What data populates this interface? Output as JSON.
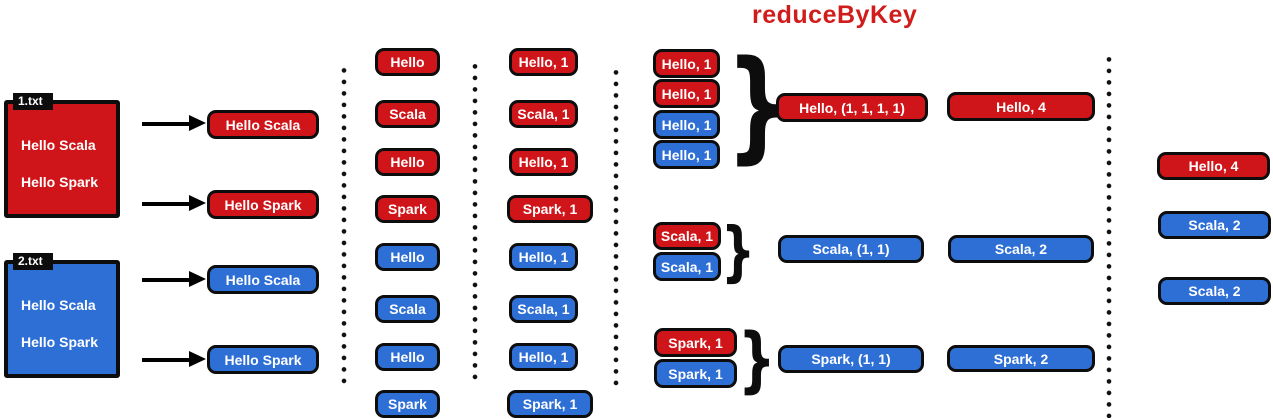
{
  "title": "reduceByKey",
  "colors": {
    "box_red": "#cf1519",
    "box_blue": "#2e6fd6",
    "title_red": "#d11c1c",
    "outline_black": "#0d0d0d",
    "text_white": "#ffffff"
  },
  "files": [
    {
      "name": "1.txt",
      "color": "red",
      "line1": "Hello Scala",
      "line2": "Hello Spark"
    },
    {
      "name": "2.txt",
      "color": "blue",
      "line1": "Hello Scala",
      "line2": "Hello Spark"
    }
  ],
  "lines_column": [
    {
      "label": "Hello Scala",
      "color": "red"
    },
    {
      "label": "Hello Spark",
      "color": "red"
    },
    {
      "label": "Hello Scala",
      "color": "blue"
    },
    {
      "label": "Hello Spark",
      "color": "blue"
    }
  ],
  "words_column": [
    {
      "label": "Hello",
      "color": "red"
    },
    {
      "label": "Scala",
      "color": "red"
    },
    {
      "label": "Hello",
      "color": "red"
    },
    {
      "label": "Spark",
      "color": "red"
    },
    {
      "label": "Hello",
      "color": "blue"
    },
    {
      "label": "Scala",
      "color": "blue"
    },
    {
      "label": "Hello",
      "color": "blue"
    },
    {
      "label": "Spark",
      "color": "blue"
    }
  ],
  "pairs_column": [
    {
      "label": "Hello, 1",
      "color": "red"
    },
    {
      "label": "Scala, 1",
      "color": "red"
    },
    {
      "label": "Hello, 1",
      "color": "red"
    },
    {
      "label": "Spark, 1",
      "color": "red"
    },
    {
      "label": "Hello, 1",
      "color": "blue"
    },
    {
      "label": "Scala, 1",
      "color": "blue"
    },
    {
      "label": "Hello, 1",
      "color": "blue"
    },
    {
      "label": "Spark, 1",
      "color": "blue"
    }
  ],
  "brace_glyph": "}",
  "groups": {
    "hello": {
      "items": [
        {
          "label": "Hello, 1",
          "color": "red"
        },
        {
          "label": "Hello, 1",
          "color": "red"
        },
        {
          "label": "Hello, 1",
          "color": "blue"
        },
        {
          "label": "Hello, 1",
          "color": "blue"
        }
      ]
    },
    "scala": {
      "items": [
        {
          "label": "Scala, 1",
          "color": "red"
        },
        {
          "label": "Scala, 1",
          "color": "blue"
        }
      ]
    },
    "spark": {
      "items": [
        {
          "label": "Spark, 1",
          "color": "red"
        },
        {
          "label": "Spark, 1",
          "color": "blue"
        }
      ]
    }
  },
  "tuples_column": [
    {
      "label": "Hello, (1, 1, 1, 1)",
      "color": "red"
    },
    {
      "label": "Scala, (1, 1)",
      "color": "blue"
    },
    {
      "label": "Spark, (1, 1)",
      "color": "blue"
    }
  ],
  "reduced_column": [
    {
      "label": "Hello, 4",
      "color": "red"
    },
    {
      "label": "Scala, 2",
      "color": "blue"
    },
    {
      "label": "Spark, 2",
      "color": "blue"
    }
  ],
  "final_column": [
    {
      "label": "Hello, 4",
      "color": "red"
    },
    {
      "label": "Scala, 2",
      "color": "blue"
    },
    {
      "label": "Scala, 2",
      "color": "blue"
    }
  ]
}
